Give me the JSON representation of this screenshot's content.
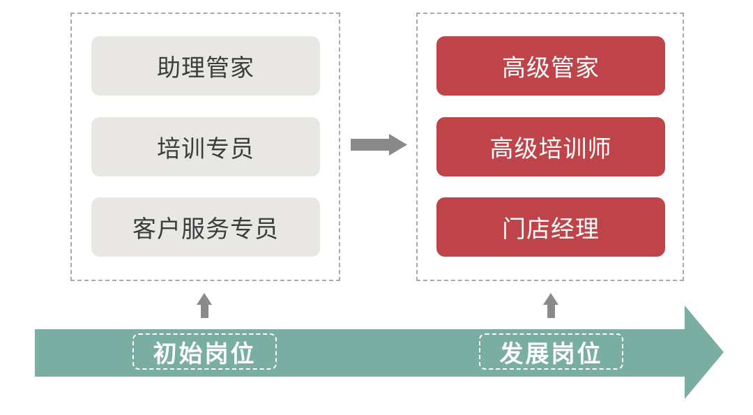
{
  "left_group": {
    "items": [
      "助理管家",
      "培训专员",
      "客户服务专员"
    ]
  },
  "right_group": {
    "items": [
      "高级管家",
      "高级培训师",
      "门店经理"
    ]
  },
  "timeline": {
    "start_label": "初始岗位",
    "end_label": "发展岗位"
  },
  "colors": {
    "initial_card": "#e8e7e4",
    "development_card": "#be444a",
    "timeline_arrow": "#7baea3",
    "connector_arrow": "#8a8a8a"
  },
  "icons": {
    "transition": "arrow-right-icon",
    "promotion": "arrow-up-icon"
  }
}
